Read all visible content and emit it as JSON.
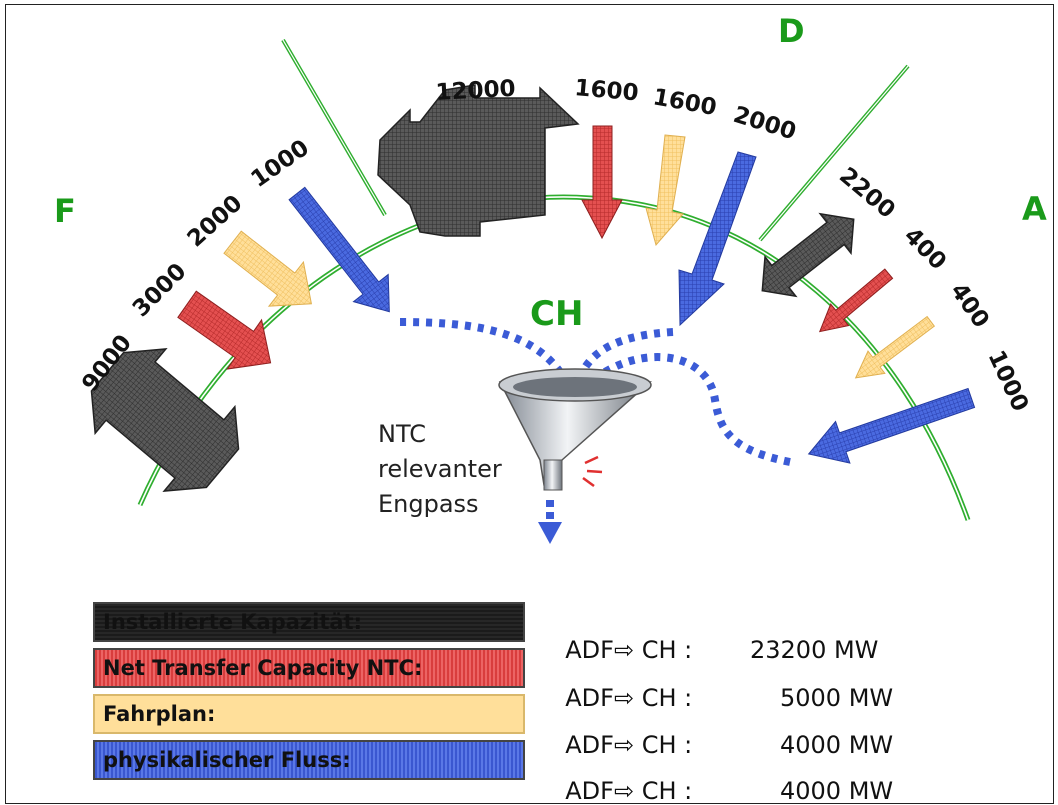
{
  "countries": {
    "f": "F",
    "d": "D",
    "a": "A",
    "ch": "CH"
  },
  "numbers": {
    "f_installed": "9000",
    "f_ntc": "3000",
    "f_plan": "2000",
    "f_flow": "1000",
    "d_installed": "12000",
    "d_ntc": "1600",
    "d_plan": "1600",
    "d_flow": "2000",
    "a_installed": "2200",
    "a_ntc": "400",
    "a_plan": "400",
    "a_flow": "1000"
  },
  "funnel_note": [
    "NTC",
    "relevanter",
    "Engpass"
  ],
  "legend": [
    {
      "label": "Installierte Kapazität:",
      "route": "ADF⇨ CH :",
      "value": "23200 MW",
      "color": "#555555"
    },
    {
      "label": "Net Transfer Capacity NTC:",
      "route": "ADF⇨ CH :",
      "value": "5000 MW",
      "color": "#e24b4b"
    },
    {
      "label": "Fahrplan:",
      "route": "ADF⇨ CH :",
      "value": "4000 MW",
      "color": "#ffd98a"
    },
    {
      "label": "physikalischer Fluss:",
      "route": "ADF⇨ CH :",
      "value": "4000 MW",
      "color": "#3b5bd6"
    }
  ],
  "colors": {
    "border_line": "#2fae2f",
    "installed": "#555555",
    "ntc": "#e24b4b",
    "plan": "#ffd98a",
    "flow": "#3b5bd6"
  }
}
